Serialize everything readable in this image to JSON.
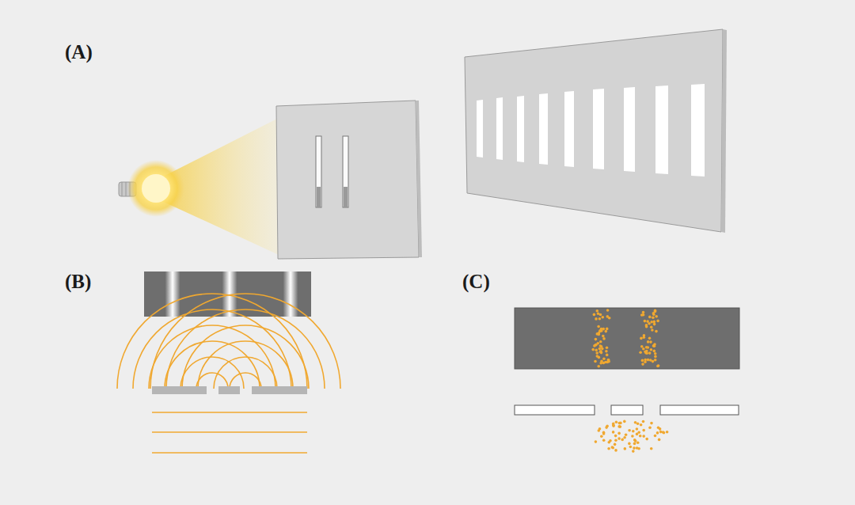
{
  "diagram": {
    "labels": [
      "(A)",
      "(B)",
      "(C)"
    ]
  }
}
